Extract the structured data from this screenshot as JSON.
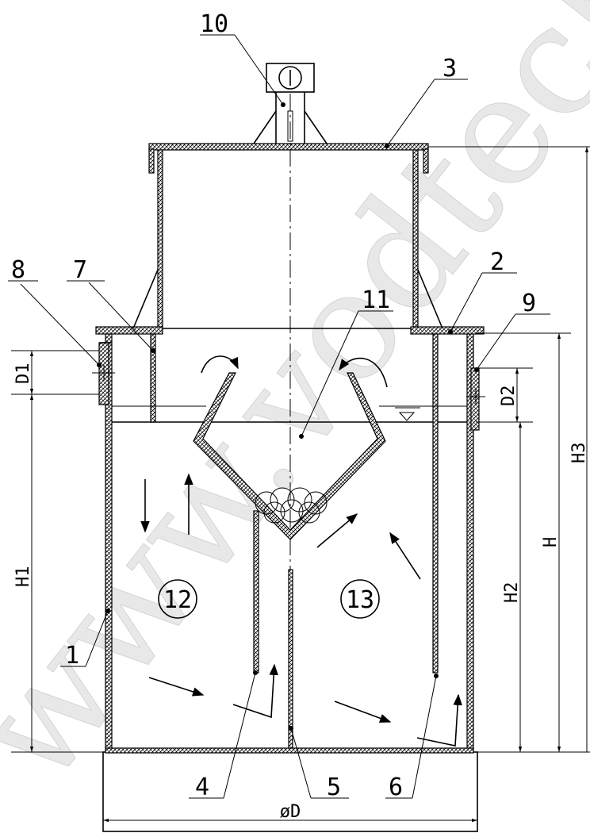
{
  "watermark": "www.vodtech",
  "labels": {
    "n1": "1",
    "n2": "2",
    "n3": "3",
    "n4": "4",
    "n5": "5",
    "n6": "6",
    "n7": "7",
    "n8": "8",
    "n9": "9",
    "n10": "10",
    "n11": "11",
    "n12": "12",
    "n13": "13"
  },
  "dimensions": {
    "D1": "D1",
    "D2": "D2",
    "H": "H",
    "H1": "H1",
    "H2": "H2",
    "H3": "H3",
    "diameter": "øD"
  },
  "colors": {
    "line": "#000000",
    "background": "#ffffff"
  }
}
